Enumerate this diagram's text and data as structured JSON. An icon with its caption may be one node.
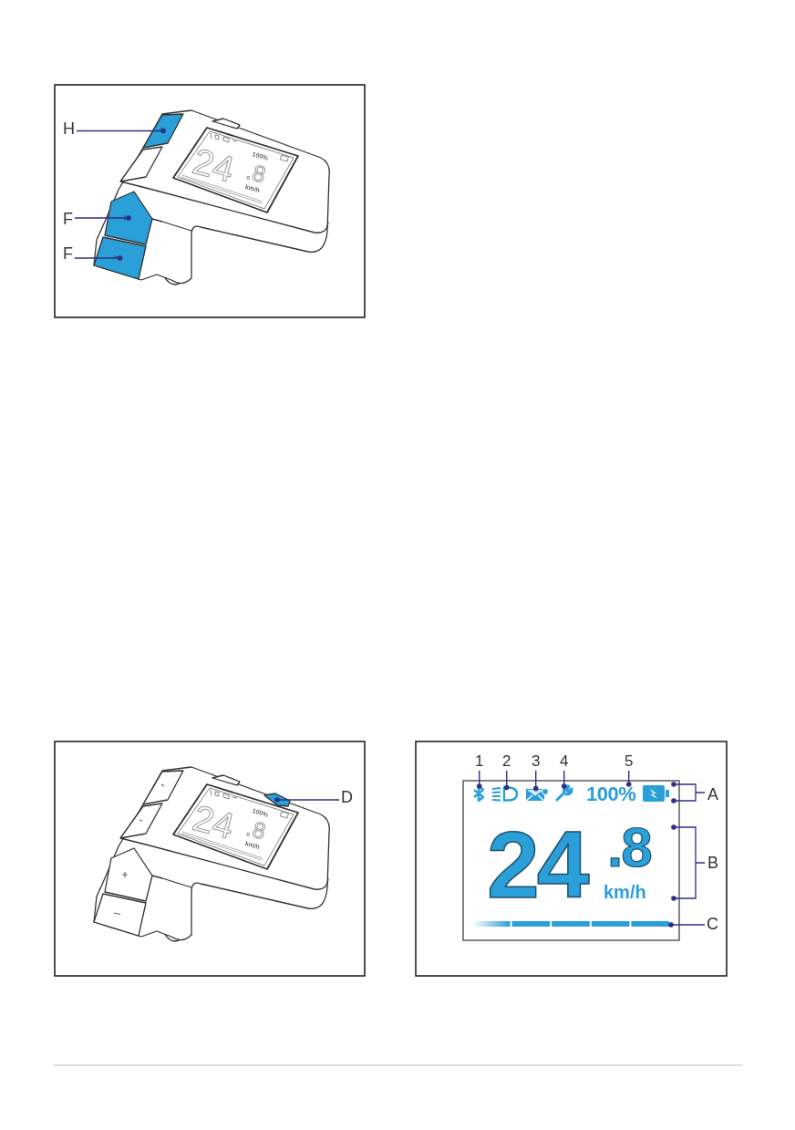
{
  "diagram": {
    "nodes": [
      {
        "text": [
          "H"
        ]
      },
      {
        "text": [],
        "shape": "box"
      },
      {
        "text": [
          "F"
        ]
      },
      {
        "text": [],
        "shape": "box"
      },
      {
        "text": [
          "F"
        ]
      },
      {
        "text": [],
        "shape": "box"
      },
      {
        "text": [
          "D"
        ]
      },
      {
        "text": [],
        "shape": "box"
      },
      {
        "text": [
          "1"
        ]
      },
      {
        "text": [],
        "shape": "picture"
      },
      {
        "text": [
          "2"
        ]
      },
      {
        "text": [],
        "shape": "picture"
      },
      {
        "text": [
          "3"
        ]
      },
      {
        "text": [],
        "shape": "picture"
      },
      {
        "text": [
          "4"
        ]
      },
      {
        "text": [],
        "shape": "picture"
      },
      {
        "text": [
          "5"
        ]
      },
      {
        "text": [
          "100%"
        ]
      },
      {
        "text": [
          "C"
        ]
      },
      {
        "text": [],
        "shape": "bar"
      }
    ],
    "edges": [
      {
        "from": 0,
        "to": 1,
        "arrow": "other"
      },
      {
        "from": 2,
        "to": 3,
        "arrow": "other"
      },
      {
        "from": 4,
        "to": 5,
        "arrow": "other"
      },
      {
        "from": 6,
        "to": 7,
        "arrow": "other"
      },
      {
        "from": 8,
        "to": 9,
        "arrow": "other"
      },
      {
        "from": 10,
        "to": 11,
        "arrow": "other"
      },
      {
        "from": 12,
        "to": 13,
        "arrow": "other"
      },
      {
        "from": 14,
        "to": 15,
        "arrow": "other"
      },
      {
        "from": 16,
        "to": 17,
        "arrow": "other"
      },
      {
        "from": 18,
        "to": 19,
        "arrow": "other"
      }
    ],
    "labels": [
      "100%",
      "24",
      ".8",
      "km/h",
      "100%",
      "24",
      ".8",
      "km/h",
      "A",
      "B",
      "24",
      ".8",
      "km/h"
    ]
  }
}
